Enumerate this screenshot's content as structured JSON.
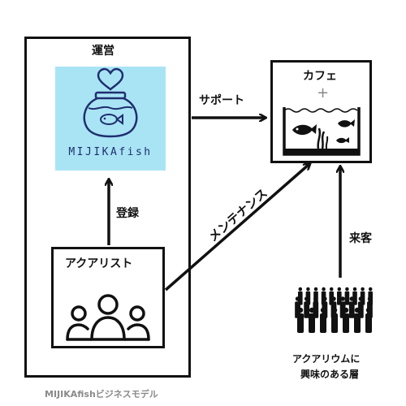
{
  "diagram": {
    "operations_label": "運営",
    "logo_text": "MIJIKAfish",
    "cafe_label": "カフェ",
    "plus_sign": "+",
    "aquarist_label": "アクアリスト",
    "arrow_support": "サポート",
    "arrow_register": "登録",
    "arrow_maintenance": "メンテナンス",
    "arrow_visit": "来客",
    "crowd_label_line1": "アクアリウムに",
    "crowd_label_line2": "興味のある層",
    "footer_caption": "MIJIKAfishビジネスモデル"
  },
  "colors": {
    "logo_bg": "#a9e4f5",
    "logo_navy": "#1f2f6e",
    "ink": "#111111",
    "caption_gray": "#8a8a8a"
  }
}
